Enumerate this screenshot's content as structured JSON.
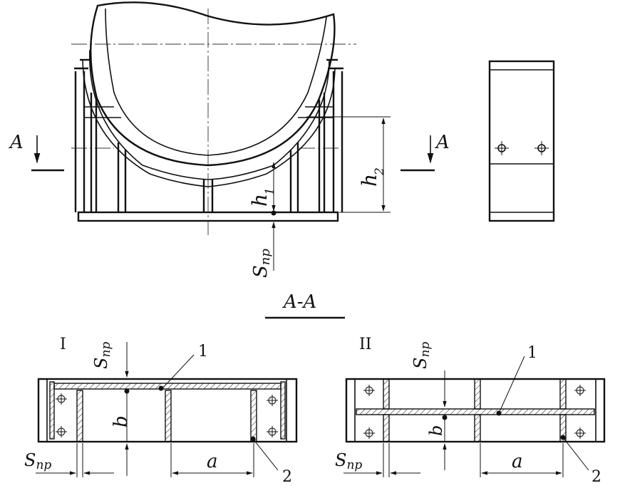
{
  "labels": {
    "section_mark": "A",
    "section_title": "A-A",
    "h1": "h",
    "h1_sub": "1",
    "h2": "h",
    "h2_sub": "2",
    "snp_main": "S",
    "snp_sub": "np",
    "variant_1": "I",
    "variant_2": "II",
    "dim_a": "a",
    "dim_b": "b",
    "callout_1": "1",
    "callout_2": "2"
  }
}
